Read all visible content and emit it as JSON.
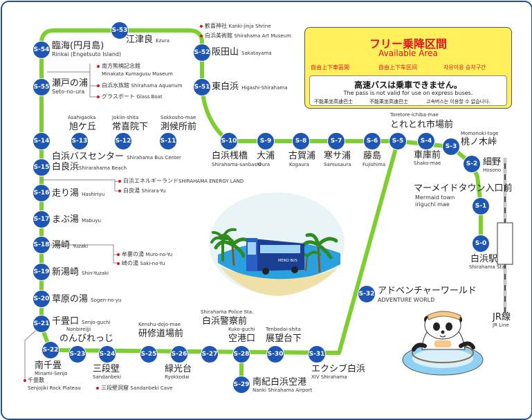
{
  "line_colors": {
    "route": "#7ccf2e",
    "station": "#1e57b3",
    "jr": "#555555",
    "accent_red": "#e0111a",
    "info_bg": "#fff05c"
  },
  "info": {
    "title": "フリー乗降区間",
    "subtitle": "Available Area",
    "free_jp": "自由上下車區間",
    "free_tw": "自由上下车区间",
    "free_kr": "자유이용 승차구간",
    "warning_jp": "高速バスは乗車できません。",
    "warning_en": "The pass is not valid for use on express buses.",
    "nv_jp": "不能乘坐高速巴士",
    "nv_cn": "不能乘坐高速巴士",
    "nv_kr": "고속버스는 이용할 수 없습니다."
  },
  "stations": {
    "s53": {
      "code": "S-53",
      "jp": "江津良",
      "en": "Ezura"
    },
    "s52": {
      "code": "S-52",
      "jp": "阪田山",
      "en": "Sakatayama"
    },
    "s54": {
      "code": "S-54",
      "jp": "臨海(円月島)",
      "en": "Rinkai (Engetsuto Island)"
    },
    "s51": {
      "code": "S-51",
      "jp": "東白浜",
      "en": "Higashi-Shirahama"
    },
    "s55": {
      "code": "S-55",
      "jp": "瀬戸の浦",
      "en": "Seto-no-ura"
    },
    "s14": {
      "code": "S-14",
      "jp": "白浜バスセンター",
      "en": "Shirahama Bus Center"
    },
    "s13": {
      "code": "S-13",
      "jp": "旭ケ丘",
      "en": "Asahigaoka"
    },
    "s12": {
      "code": "S-12",
      "jp": "常喜院下",
      "en": "Jokiin-shita"
    },
    "s11": {
      "code": "S-11",
      "jp": "測候所前",
      "en": "Sokkosho-mae"
    },
    "s10": {
      "code": "S-10",
      "jp": "白浜桟橋",
      "en": "Shirahama-sanbashi"
    },
    "s9": {
      "code": "S-9",
      "jp": "大浦",
      "en": "Oura"
    },
    "s8": {
      "code": "S-8",
      "jp": "古賀浦",
      "en": "Kogaura"
    },
    "s7": {
      "code": "S-7",
      "jp": "寒サ浦",
      "en": "Samusaura"
    },
    "s6": {
      "code": "S-6",
      "jp": "藤島",
      "en": "Fujishima"
    },
    "s5": {
      "code": "S-5",
      "jp": "とれとれ市場前",
      "en": "Toretore-ichiba-mae"
    },
    "s4": {
      "code": "S-4",
      "jp": "車庫前",
      "en": "Shako-mae"
    },
    "s3": {
      "code": "S-3",
      "jp": "桃ノ木峠",
      "en": "Momonoki-toge"
    },
    "s2": {
      "code": "S-2",
      "jp": "細野",
      "en": "Hosono"
    },
    "s1": {
      "code": "S-1",
      "jp": "マーメイドタウン入口前",
      "en1": "Mermaid town",
      "en2": "iriguchi mae"
    },
    "s0": {
      "code": "S-0",
      "jp": "白浜駅",
      "en": "Shirahama Sta."
    },
    "s15": {
      "code": "S-15",
      "jp": "白良浜",
      "en": "Shirarahama  Beach"
    },
    "s16": {
      "code": "S-16",
      "jp": "走り湯",
      "en": "Hashiriyu"
    },
    "s17": {
      "code": "S-17",
      "jp": "まぶ湯",
      "en": "Mabuyu"
    },
    "s18": {
      "code": "S-18",
      "jp": "湯崎",
      "en": "Yuzaki"
    },
    "s19": {
      "code": "S-19",
      "jp": "新湯崎",
      "en": "Shin-Yuzaki"
    },
    "s20": {
      "code": "S-20",
      "jp": "草原の湯",
      "en": "Sogen-no-yu"
    },
    "s21": {
      "code": "S-21",
      "jp": "千畳口",
      "en": "Senjo-guchi"
    },
    "s22": {
      "code": "S-22",
      "jp": "南千畳",
      "en": "Minami-Senjo"
    },
    "s23": {
      "code": "S-23",
      "jp": "のんびれっじ",
      "en": "Nonbireijji"
    },
    "s24": {
      "code": "S-24",
      "jp": "三段壁",
      "en": "Sandanbeki"
    },
    "s25": {
      "code": "S-25",
      "jp": "研修道場前",
      "en": "Kenshu-dojo-mae"
    },
    "s26": {
      "code": "S-26",
      "jp": "緑光台",
      "en": "Ryokkodai"
    },
    "s27": {
      "code": "S-27",
      "jp": "白浜警察前",
      "en": "Shirahama Police Sta."
    },
    "s28": {
      "code": "S-28",
      "jp": "空港口",
      "en": "Kuko-guchi"
    },
    "s29": {
      "code": "S-29",
      "jp": "南紀白浜空港",
      "en": "Nanki Shirahama Airport"
    },
    "s30": {
      "code": "S-30",
      "jp": "展望台下",
      "en": "Tenbodai-shita"
    },
    "s31": {
      "code": "S-31",
      "jp": "エクシブ白浜",
      "en": "XIV Shirahama"
    },
    "s32": {
      "code": "S-32",
      "jp": "アドベンチャーワールド",
      "en": "ADVENTURE WORLD"
    }
  },
  "sights": {
    "kankiji_jp": "歓喜神社",
    "kankiji_en": "Kanki-jinja Shrine",
    "art_jp": "白浜美術館",
    "art_en": "Shirahama Art Museum",
    "minakata_jp": "南方熊楠記念館",
    "minakata_en": "Minakata Kumagusu Museum",
    "aquarium_jp": "白浜水族館",
    "aquarium_en": "Shirahama Aquarium",
    "glass_jp": "グラスボート",
    "glass_en": "Glass Boat",
    "energy_jp": "白浜エネルギーランド",
    "energy_en": "SHIRAHAMA ENERGY LAND",
    "shirara_jp": "白良湯",
    "shirara_en": "Shirara-Yu",
    "muro_jp": "牟婁の湯",
    "muro_en": "Muro-no-Yu",
    "saki_jp": "崎の湯",
    "saki_en": "Saki-no-Yu",
    "senjojiki_jp": "千畳敷",
    "senjojiki_en": "Senjojiki Rock Plateau",
    "cave_jp": "三段壁洞窟",
    "cave_en": "Sandanbeki Cave"
  },
  "jr": {
    "jp": "JR線",
    "en": "JR Line"
  },
  "bus_plate": "MEIKO BUS"
}
